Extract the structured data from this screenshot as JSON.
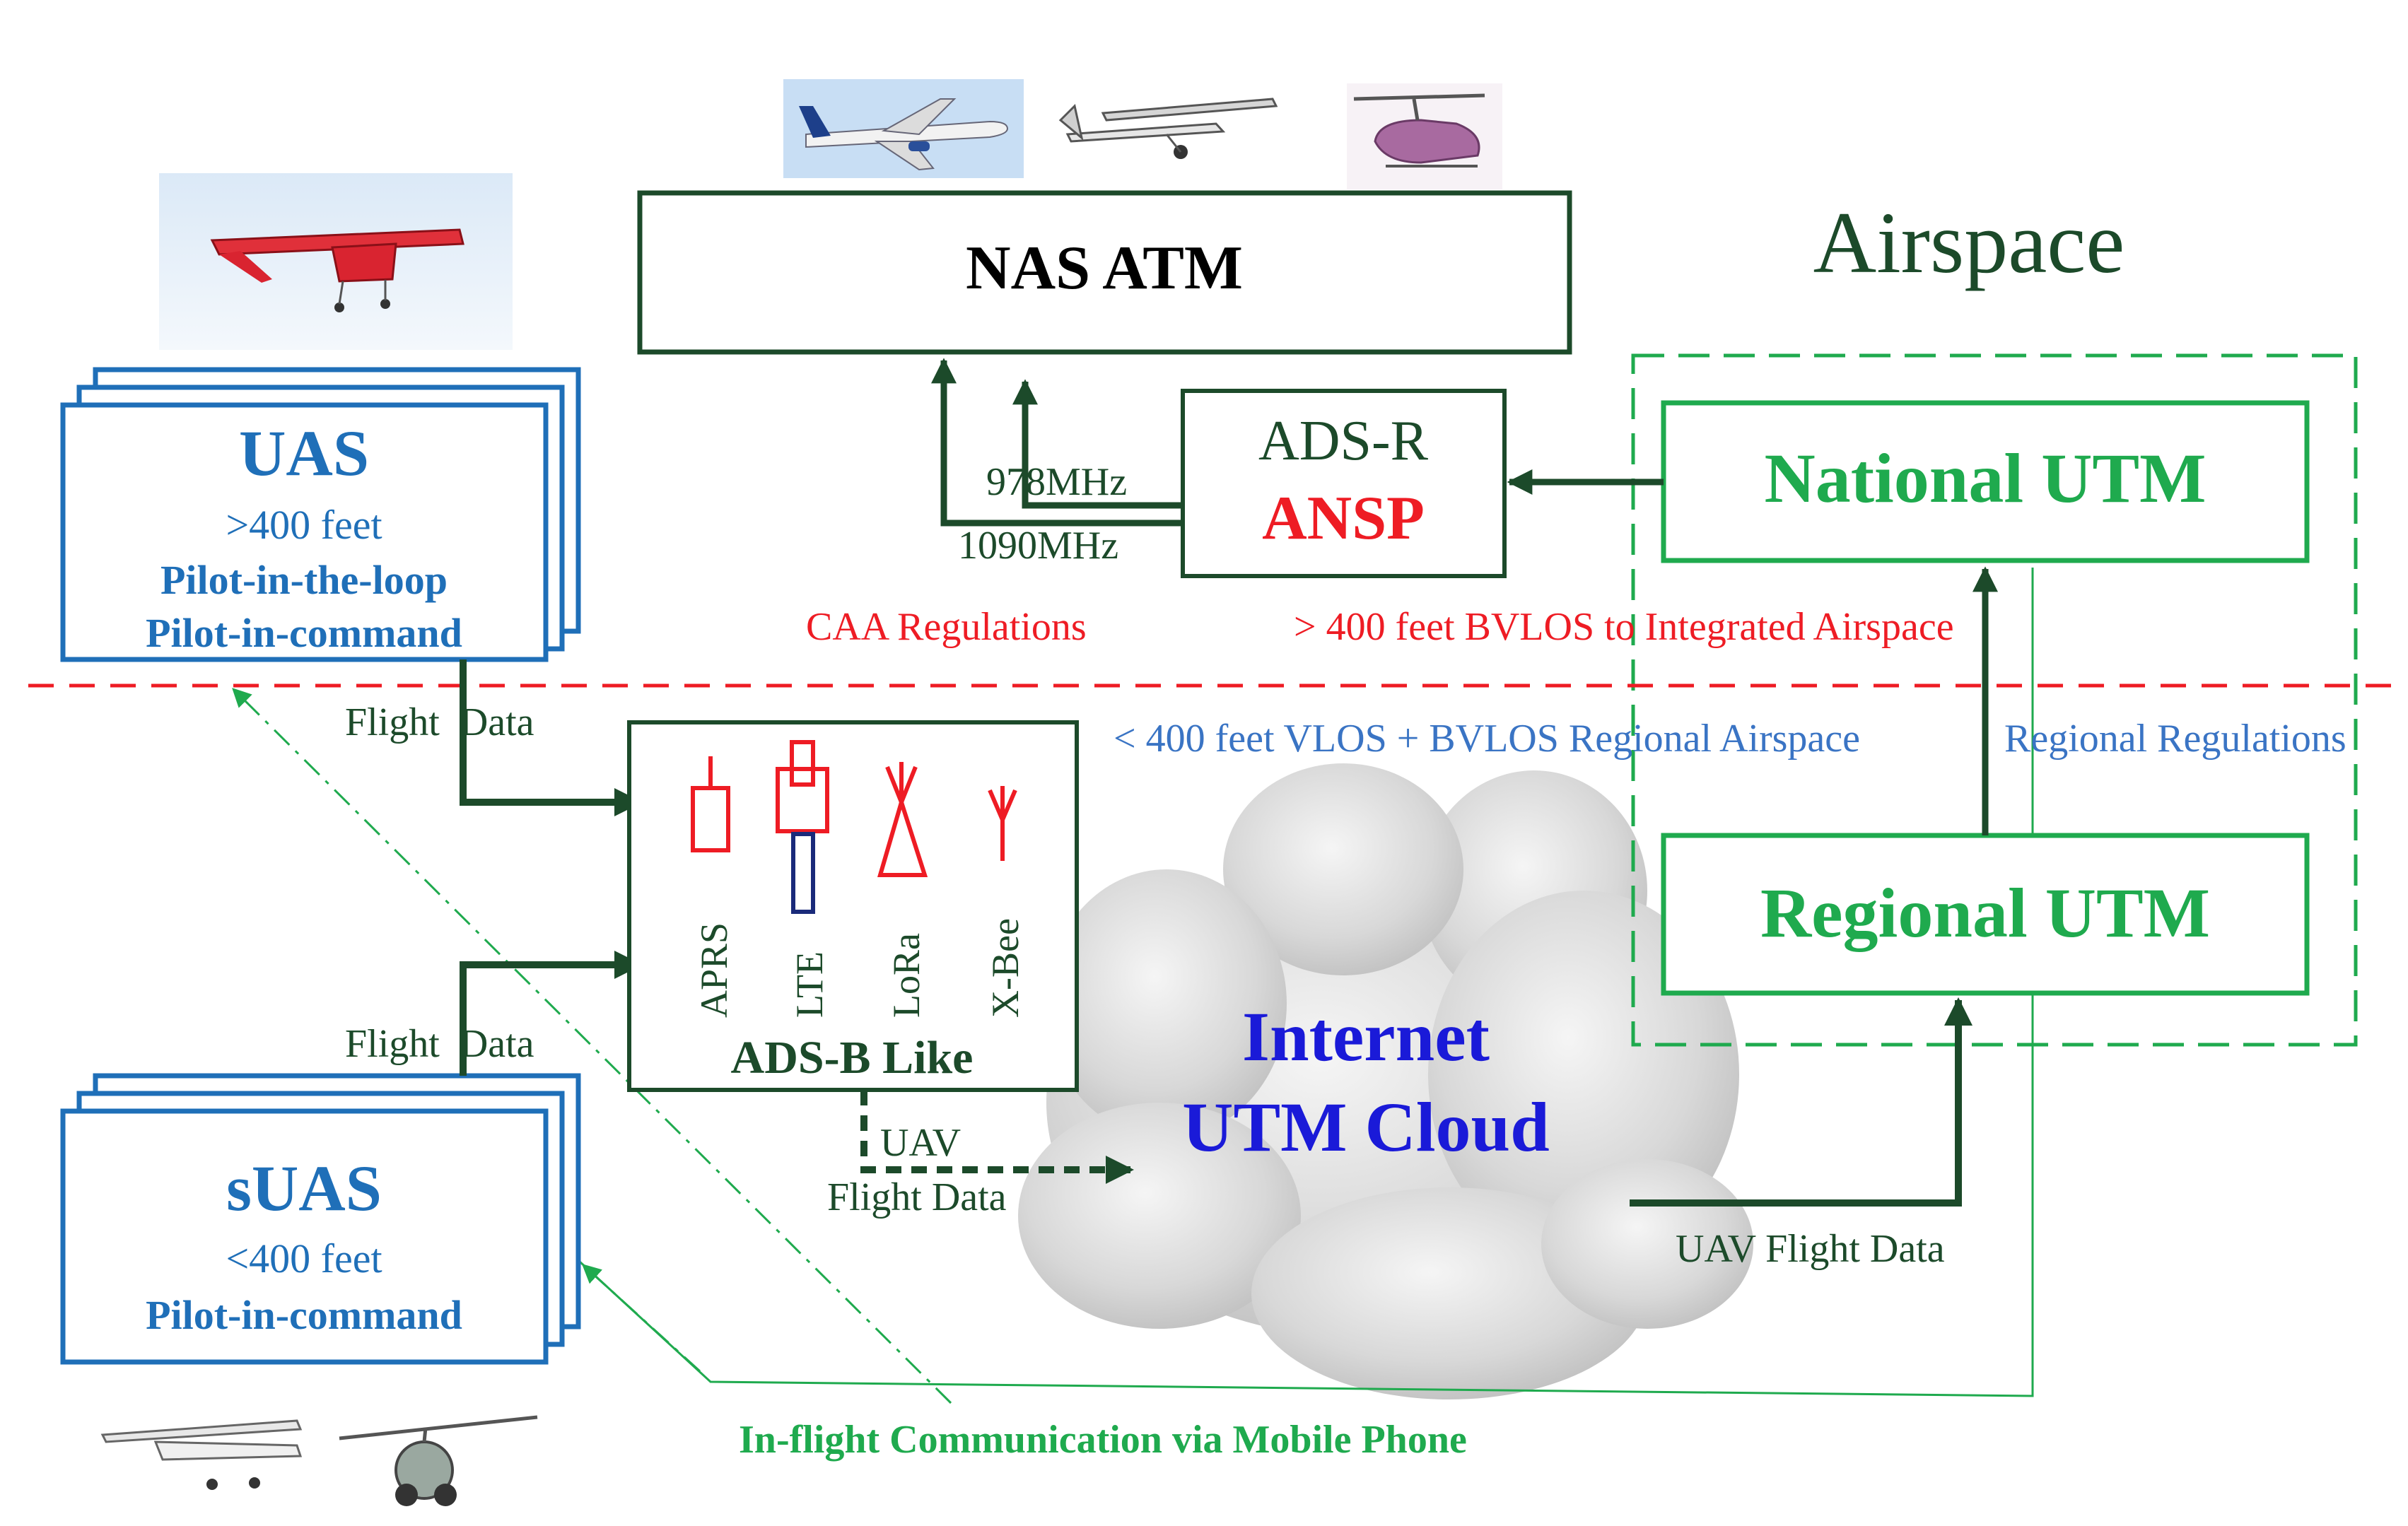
{
  "diagram": {
    "airspace_label": "Airspace",
    "nas_atm": {
      "label": "NAS ATM"
    },
    "ansp": {
      "line1": "ADS-R",
      "line2": "ANSP"
    },
    "freq_978": "978MHz",
    "freq_1090": "1090MHz",
    "national_utm": {
      "label": "National UTM"
    },
    "regional_utm": {
      "label": "Regional UTM"
    },
    "uas": {
      "title": "UAS",
      "altitude": ">400 feet",
      "line1": "Pilot-in-the-loop",
      "line2": "Pilot-in-command"
    },
    "suas": {
      "title": "sUAS",
      "altitude": "<400 feet",
      "line1": "Pilot-in-command"
    },
    "caa_regulations": "CAA Regulations",
    "integrated_airspace": "> 400 feet BVLOS to Integrated Airspace",
    "regional_airspace": "< 400 feet VLOS + BVLOS Regional Airspace",
    "regional_regulations": "Regional Regulations",
    "flight_data_top": "Flight  Data",
    "flight_data_bottom": "Flight  Data",
    "adsb": {
      "label": "ADS-B Like",
      "radios": [
        "APRS",
        "LTE",
        "LoRa",
        "X-Bee"
      ]
    },
    "cloud": {
      "line1": "Internet",
      "line2": "UTM Cloud"
    },
    "uav_flight_data_left_1": "UAV",
    "uav_flight_data_left_2": "Flight Data",
    "uav_flight_data_right": "UAV Flight Data",
    "mobile_comm": "In-flight Communication via Mobile Phone",
    "colors": {
      "dark_green": "#1c4a2a",
      "bright_green": "#1faa4e",
      "blue": "#1f6fb8",
      "red": "#ee1c24",
      "navy": "#1a1ad8",
      "light_blue_text": "#3a74c4"
    }
  }
}
